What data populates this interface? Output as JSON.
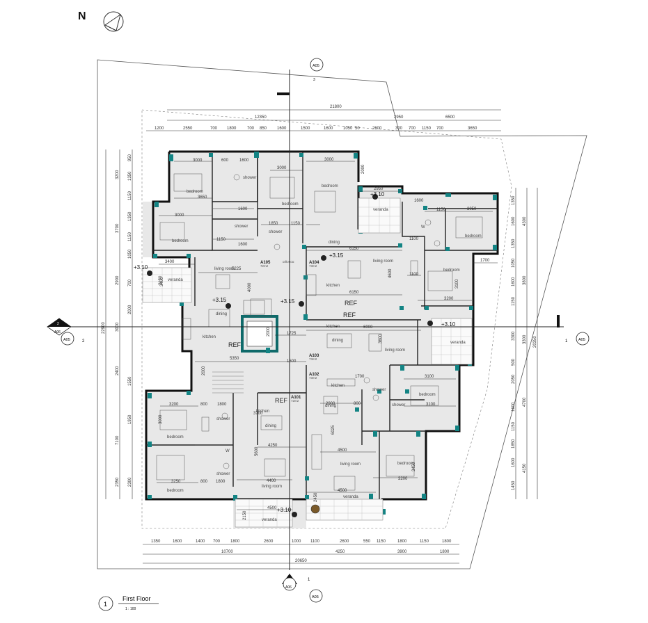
{
  "north_label": "N",
  "title": {
    "number": "1",
    "name": "First Floor",
    "scale": "1 : 100"
  },
  "section_markers": [
    {
      "id": "top",
      "sheet": "A05",
      "num": "3"
    },
    {
      "id": "left",
      "sheet": "A06",
      "num": "2",
      "extra": "A05",
      "extra_num": "2"
    },
    {
      "id": "right",
      "sheet": "A05",
      "num": "1"
    },
    {
      "id": "bottom",
      "sheet": "A06",
      "num": "3",
      "extra": "A05",
      "extra_num": "1"
    }
  ],
  "apartments": [
    {
      "id": "A105",
      "area": "72m2"
    },
    {
      "id": "A104",
      "area": "73m2"
    },
    {
      "id": "A103",
      "area": "73m2"
    },
    {
      "id": "A102",
      "area": "73m2"
    },
    {
      "id": "A101",
      "area": "72m2"
    }
  ],
  "levels": [
    "+3.10",
    "+3.15",
    "+3.15",
    "+3.15",
    "+3.10",
    "+3.10",
    "+3.10"
  ],
  "rooms": {
    "bedroom": "bedroom",
    "shower": "shower",
    "living_room": "living room",
    "kitchen": "kitchen",
    "dining": "dining",
    "veranda": "veranda",
    "ref": "REF",
    "w": "W",
    "aithousa": "αιθούσα"
  },
  "top_dims": {
    "total": "21800",
    "row2": [
      "12350",
      "2950",
      "6500"
    ],
    "row3": [
      "1200",
      "2550",
      "700",
      "1800",
      "700",
      "850",
      "1600",
      "1500",
      "1600",
      "1050",
      "50",
      "2600",
      "300",
      "700",
      "1150",
      "700",
      "3650"
    ]
  },
  "bottom_dims": {
    "row1": [
      "1350",
      "1600",
      "1400",
      "700",
      "1800",
      "2600",
      "1000",
      "1100",
      "2600",
      "550",
      "1150",
      "1800",
      "1150",
      "1800"
    ],
    "row2": [
      "10700",
      "4250",
      "3900",
      "1800"
    ],
    "total": "20650"
  },
  "left_dims": {
    "total": "22900",
    "col1": [
      "3200",
      "3700",
      "2900",
      "3000",
      "2400",
      "7100",
      "2350"
    ],
    "col2": [
      "950",
      "1350",
      "1150",
      "1350",
      "1150",
      "1050",
      "700",
      "2000",
      "1550",
      "1950",
      "2300"
    ]
  },
  "right_dims": {
    "total": "20350",
    "col1": [
      "4300",
      "3800",
      "3300",
      "4700",
      "4150"
    ],
    "col2": [
      "1350",
      "1600",
      "1350",
      "1050",
      "1600",
      "1150",
      "3300",
      "500",
      "2050",
      "1600",
      "1150",
      "1850",
      "1600",
      "1450"
    ]
  },
  "inner_dims": [
    "3000",
    "600",
    "1600",
    "3000",
    "3000",
    "2000",
    "2950",
    "1600",
    "3000",
    "1150",
    "3050",
    "1600",
    "1850",
    "1150",
    "1150",
    "1600",
    "3650",
    "3400",
    "5225",
    "6150",
    "4000",
    "6150",
    "4600",
    "1100",
    "3100",
    "3200",
    "3400",
    "1725",
    "5350",
    "1600",
    "6900",
    "2000",
    "3600",
    "3200",
    "800",
    "1800",
    "3700",
    "4250",
    "5600",
    "3100",
    "3100",
    "1700",
    "2900",
    "800",
    "6025",
    "4500",
    "3450",
    "3200",
    "4400",
    "3250",
    "800",
    "1800",
    "4500",
    "4500",
    "2450",
    "2150",
    "3150",
    "3000",
    "2000",
    "1700",
    "1100"
  ]
}
